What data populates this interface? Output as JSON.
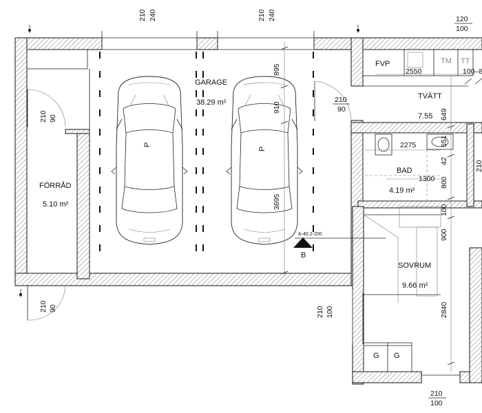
{
  "rooms": {
    "garage": {
      "name": "GARAGE",
      "area": "38.29 m²"
    },
    "forrad": {
      "name": "FÖRRÅD",
      "area": "5.10 m²"
    },
    "tvatt": {
      "name": "TVÄTT",
      "area": "7.55"
    },
    "bad": {
      "name": "BAD",
      "area": "4.19 m²"
    },
    "sovrum": {
      "name": "SOVRUM",
      "area": "9.66 m²"
    }
  },
  "fixtures": {
    "fvp": "FVP",
    "tm": "TM",
    "tt": "TT",
    "parking_1": "P",
    "parking_2": "P",
    "wardrobe_1": "G",
    "wardrobe_2": "G"
  },
  "section": {
    "ref": "A-40.2-200",
    "letter": "B"
  },
  "openings": {
    "garage_door_1": {
      "width": "210",
      "height": "240"
    },
    "garage_door_2": {
      "width": "210",
      "height": "240"
    },
    "top_right": {
      "width": "120",
      "height": "100"
    },
    "forrad_door": {
      "width": "210",
      "height": "90"
    },
    "forrad_outer": {
      "width": "210",
      "height": "90"
    },
    "tvatt_door": {
      "width": "210",
      "height": "90"
    },
    "sovrum_side": {
      "width": "210",
      "height": "100"
    },
    "sovrum_bottom": {
      "width": "210",
      "height": "100"
    }
  },
  "dimensions": {
    "d895": "895",
    "d910": "910",
    "d3695": "3695",
    "d2550": "2550",
    "d100_8": "100–8",
    "d649": "649",
    "d551": "551",
    "d2275": "2275",
    "d42": "42",
    "d1300": "1300",
    "d800": "800",
    "d100": "100",
    "d900": "900",
    "d2840": "2840",
    "d210r": "210"
  }
}
